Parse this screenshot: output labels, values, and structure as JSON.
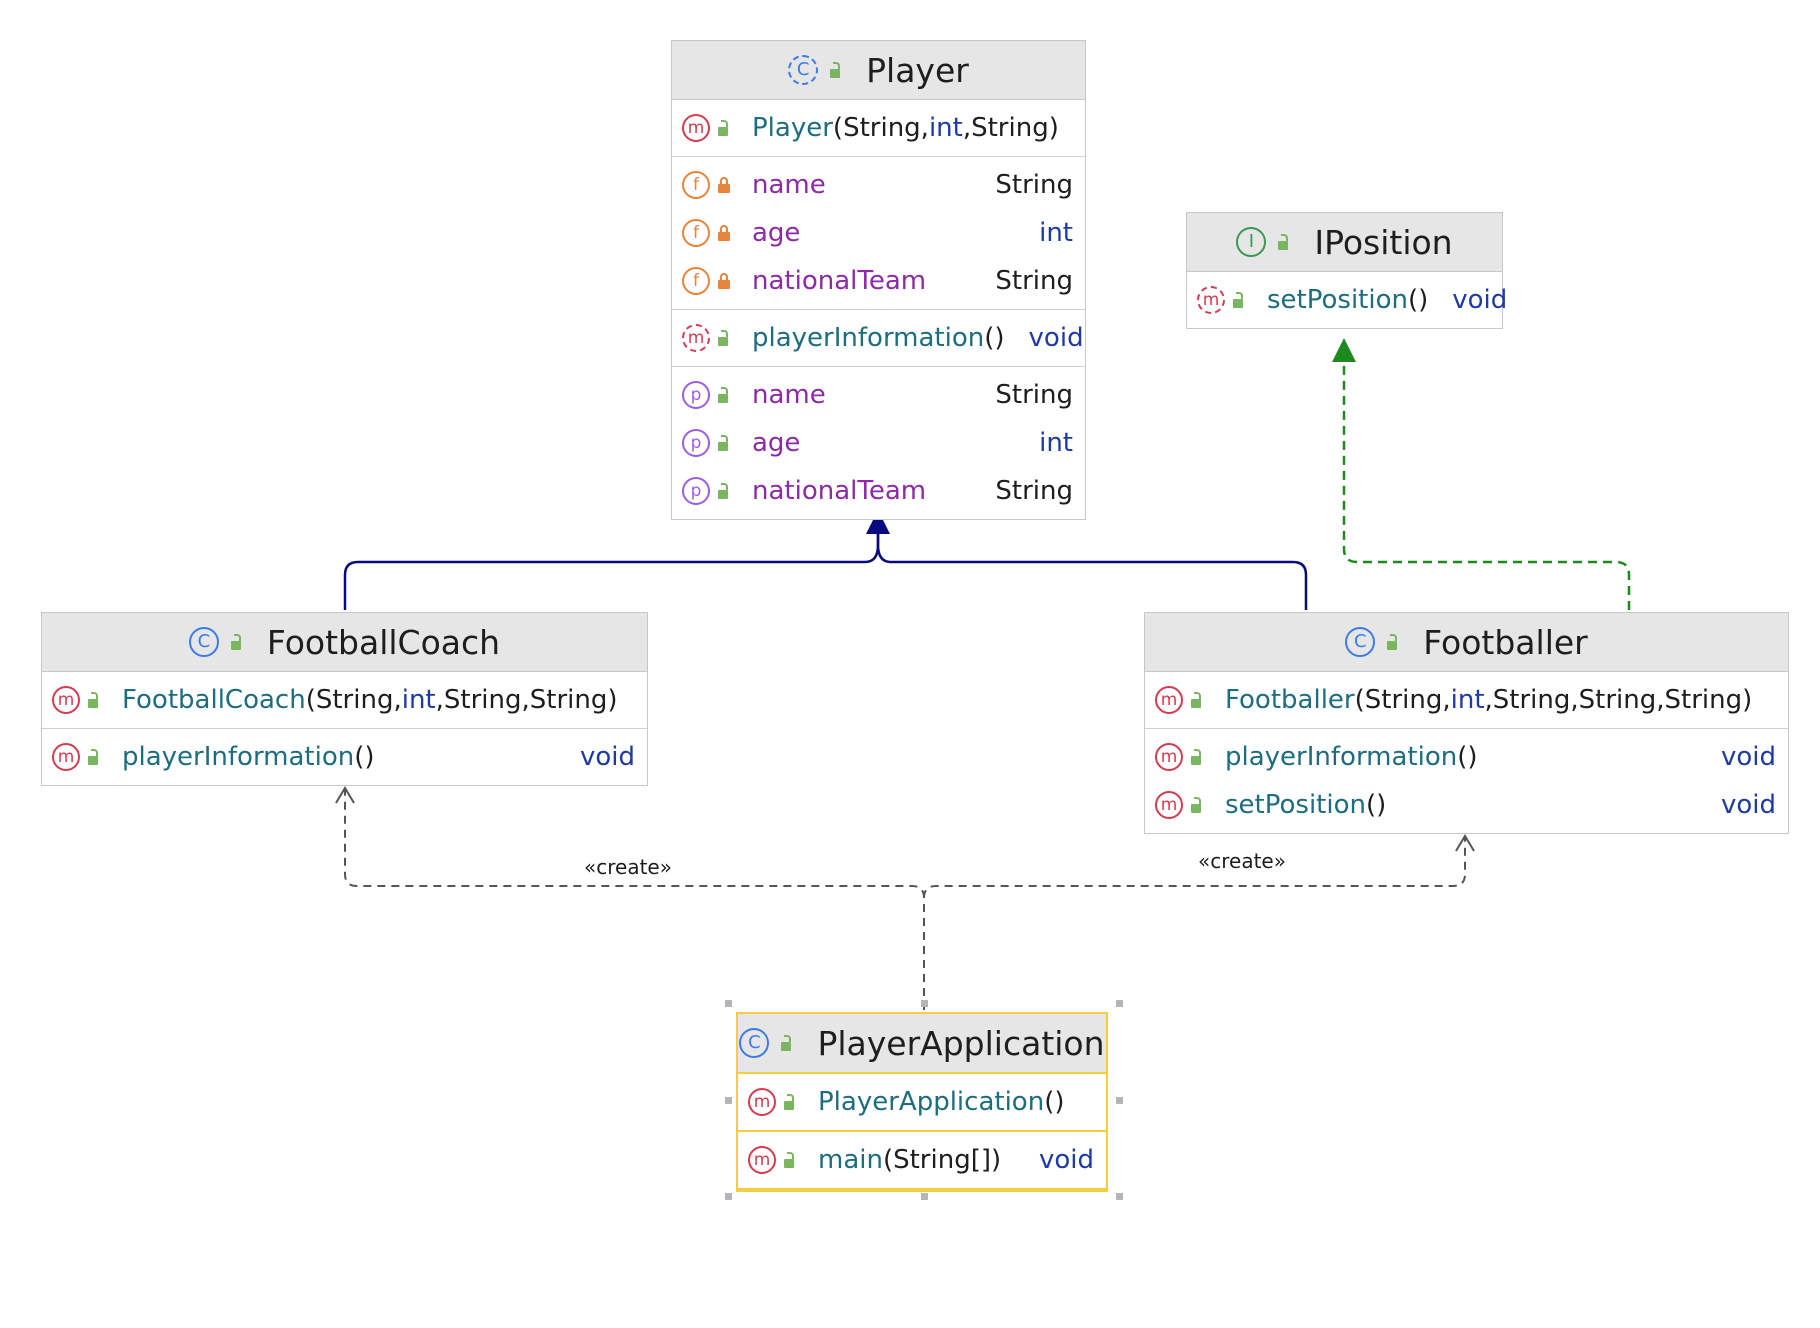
{
  "colors": {
    "inheritance": "#0a0a80",
    "realization": "#1e8a1e",
    "dependency": "#555555",
    "selection": "#f5cd44"
  },
  "labels": {
    "create_left": "«create»",
    "create_right": "«create»"
  },
  "player": {
    "title": "Player",
    "constructor": {
      "name": "Player",
      "args": [
        "String",
        "int",
        "String"
      ]
    },
    "fields": [
      {
        "name": "name",
        "type": "String"
      },
      {
        "name": "age",
        "type": "int"
      },
      {
        "name": "nationalTeam",
        "type": "String"
      }
    ],
    "method": {
      "name": "playerInformation",
      "parens": "()",
      "type": "void"
    },
    "properties": [
      {
        "name": "name",
        "type": "String"
      },
      {
        "name": "age",
        "type": "int"
      },
      {
        "name": "nationalTeam",
        "type": "String"
      }
    ]
  },
  "iposition": {
    "title": "IPosition",
    "method": {
      "name": "setPosition",
      "parens": "()",
      "type": "void"
    }
  },
  "coach": {
    "title": "FootballCoach",
    "constructor": {
      "name": "FootballCoach",
      "args": [
        "String",
        "int",
        "String",
        "String"
      ]
    },
    "method": {
      "name": "playerInformation",
      "parens": "()",
      "type": "void"
    }
  },
  "footballer": {
    "title": "Footballer",
    "constructor": {
      "name": "Footballer",
      "args": [
        "String",
        "int",
        "String",
        "String",
        "String"
      ]
    },
    "methods": [
      {
        "name": "playerInformation",
        "parens": "()",
        "type": "void"
      },
      {
        "name": "setPosition",
        "parens": "()",
        "type": "void"
      }
    ]
  },
  "app": {
    "title": "PlayerApplication",
    "constructor": {
      "name": "PlayerApplication",
      "parens": "()"
    },
    "method": {
      "name": "main",
      "args": "(String[])",
      "type": "void"
    }
  },
  "icons": {
    "class": "class-icon",
    "method": "method-icon",
    "field": "field-icon",
    "property": "property-icon",
    "interface": "interface-icon",
    "public": "public-icon",
    "private": "private-lock-icon"
  },
  "punct": {
    "open": "(",
    "close": ")",
    "comma": ", "
  }
}
